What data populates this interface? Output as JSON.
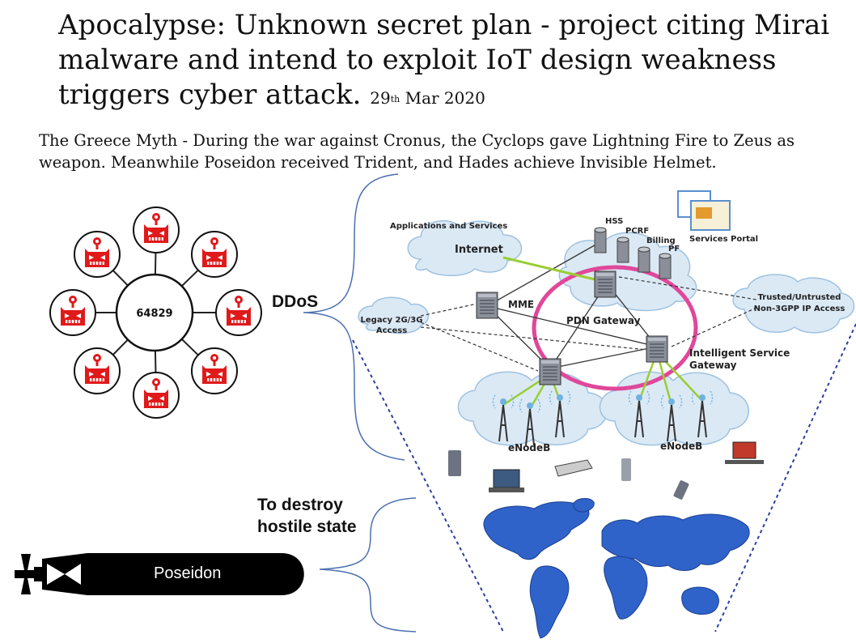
{
  "title": {
    "main": "Apocalypse: Unknown secret plan - project citing Mirai malware and intend to exploit IoT design weakness triggers cyber attack.",
    "date_day": "29",
    "date_suffix": "th",
    "date_rest": "Mar 2020"
  },
  "subtitle": "The Greece Myth - During the war against Cronus, the Cyclops gave Lightning Fire to Zeus as weapon. Meanwhile Poseidon received Trident, and Hades achieve Invisible Helmet.",
  "botnet": {
    "hub_label": "64829"
  },
  "ddos_label": "DDoS",
  "destroy_label": [
    "To destroy",
    "hostile state"
  ],
  "torpedo_label": "Poseidon",
  "network": {
    "applications": "Applications and Services",
    "internet": "Internet",
    "hss": "HSS",
    "pcrf": "PCRF",
    "billing": "Billing",
    "pf": "PF",
    "services_portal": "Services Portal",
    "mme": "MME",
    "pdn": "PDN Gateway",
    "legacy": [
      "Legacy 2G/3G",
      "Access"
    ],
    "trusted": [
      "Trusted/Untrusted",
      "Non-3GPP IP Access"
    ],
    "isg": [
      "Intelligent Service",
      "Gateway"
    ],
    "enodeb_left": "eNodeB",
    "enodeb_right": "eNodeB"
  },
  "colors": {
    "bot_red": "#e0191a",
    "ring_pink": "#e0479a",
    "map_blue": "#2f63c9",
    "funnel_blue": "#2b3fa0"
  }
}
